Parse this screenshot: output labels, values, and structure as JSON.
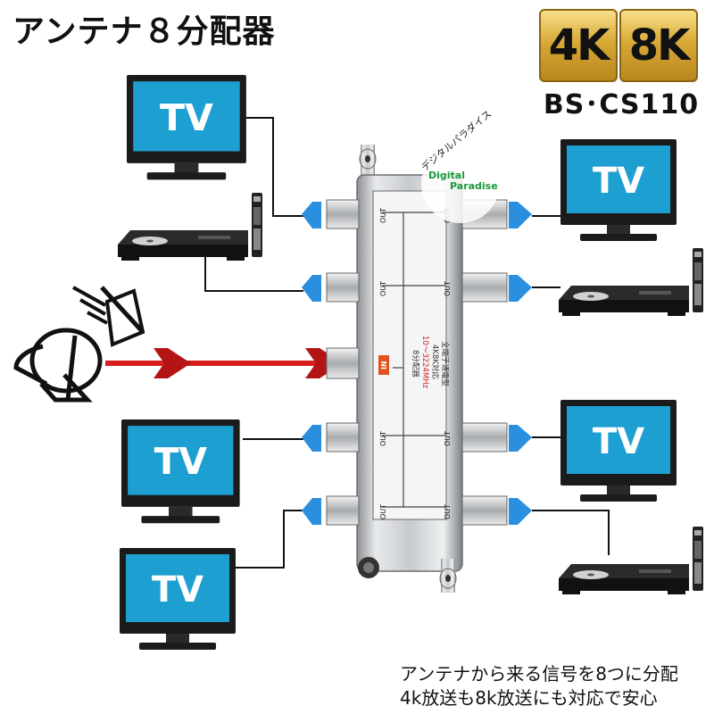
{
  "title": "アンテナ８分配器",
  "badges": {
    "badge_4k": "4K",
    "badge_8k": "8K"
  },
  "broadcast_label": "BS･CS110",
  "device": {
    "brand_jp": "デジタルパラダイス",
    "brand_en_1": "Digital",
    "brand_en_2": "Paradise",
    "port_out": "OUT",
    "port_in": "IN",
    "spec_1": "8分配器",
    "spec_2": "10～3224MHz",
    "spec_3": "4K8K対応",
    "spec_4": "全端子通電型"
  },
  "tv_label": "TV",
  "caption": {
    "line1": "アンテナから来る信号を8つに分配",
    "line2": "4k放送も8k放送にも対応で安心"
  },
  "colors": {
    "tv_screen": "#1e9fd2",
    "signal_in": "#d81e1e",
    "signal_out": "#2b8fe0",
    "badge_gold": "#d8a936"
  }
}
